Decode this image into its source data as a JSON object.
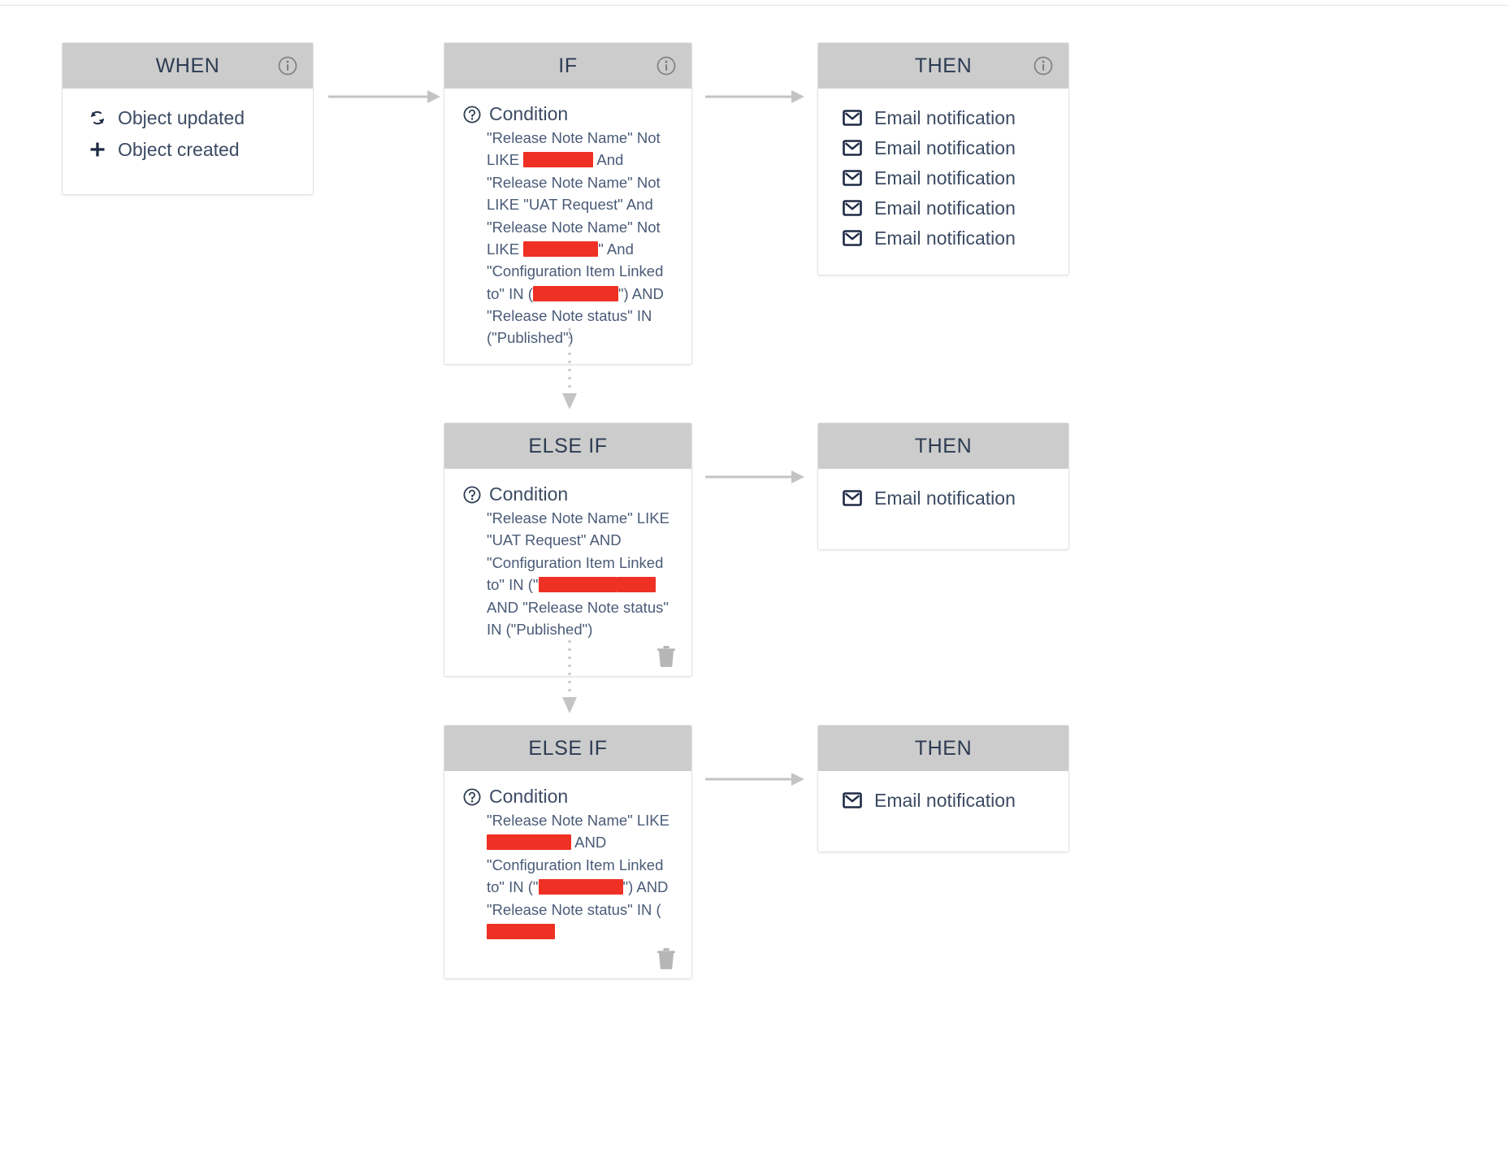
{
  "app": {
    "title": "Business rule workflow builder"
  },
  "icons": {
    "info": "info-icon",
    "question": "question-mark-icon",
    "mail": "envelope-icon",
    "trash": "trash-icon",
    "refresh": "refresh-icon",
    "plus": "plus-icon",
    "arrow_right": "arrow-right-icon",
    "arrow_down": "arrow-down-icon"
  },
  "colors": {
    "header_bg": "#cccccc",
    "card_bg": "#ffffff",
    "card_border": "#e4e4e4",
    "text": "#3c4b63",
    "condition_text": "#4a5b77",
    "redaction": "#ee3124",
    "connector": "#c4c4c4"
  },
  "when_card": {
    "header": "WHEN",
    "has_info": true,
    "triggers": [
      {
        "icon": "refresh-icon",
        "label": "Object updated"
      },
      {
        "icon": "plus-icon",
        "label": "Object created"
      }
    ]
  },
  "if_card": {
    "header": "IF",
    "has_info": true,
    "condition_label": "Condition",
    "condition_segments": [
      {
        "type": "text",
        "value": "\"Release Note Name\" Not LIKE "
      },
      {
        "type": "redacted",
        "width": 86
      },
      {
        "type": "text",
        "value": " And \"Release Note Name\" Not LIKE \"UAT Request\" And \"Release Note Name\" Not LIKE "
      },
      {
        "type": "redacted",
        "width": 92
      },
      {
        "type": "text",
        "value": "\" And \"Configuration Item Linked to\" IN ("
      },
      {
        "type": "redacted",
        "width": 105
      },
      {
        "type": "text",
        "value": "\") AND \"Release Note status\" IN (\"Published\")"
      }
    ],
    "has_trash": false
  },
  "then_card_1": {
    "header": "THEN",
    "has_info": true,
    "actions": [
      {
        "icon": "envelope-icon",
        "label": "Email notification"
      },
      {
        "icon": "envelope-icon",
        "label": "Email notification"
      },
      {
        "icon": "envelope-icon",
        "label": "Email notification"
      },
      {
        "icon": "envelope-icon",
        "label": "Email notification"
      },
      {
        "icon": "envelope-icon",
        "label": "Email notification"
      }
    ]
  },
  "else_if_card_1": {
    "header": "ELSE IF",
    "has_info": false,
    "condition_label": "Condition",
    "condition_segments": [
      {
        "type": "text",
        "value": "\"Release Note Name\" LIKE \"UAT Request\" AND \"Configuration Item Linked to\" IN (\""
      },
      {
        "type": "redacted",
        "width": 96
      },
      {
        "type": "redacted",
        "width": 48
      },
      {
        "type": "text",
        "value": " AND \"Release Note status\" IN (\"Published\")"
      }
    ],
    "has_trash": true
  },
  "then_card_2": {
    "header": "THEN",
    "has_info": false,
    "actions": [
      {
        "icon": "envelope-icon",
        "label": "Email notification"
      }
    ]
  },
  "else_if_card_2": {
    "header": "ELSE IF",
    "has_info": false,
    "condition_label": "Condition",
    "condition_segments": [
      {
        "type": "text",
        "value": "\"Release Note Name\" LIKE "
      },
      {
        "type": "redacted",
        "width": 104
      },
      {
        "type": "text",
        "value": " AND \"Configuration Item Linked to\" IN (\""
      },
      {
        "type": "redacted",
        "width": 104
      },
      {
        "type": "text",
        "value": "\") AND \"Release Note status\" IN ("
      },
      {
        "type": "redacted",
        "width": 84
      },
      {
        "type": "text",
        "value": ""
      }
    ],
    "has_trash": true
  },
  "then_card_3": {
    "header": "THEN",
    "has_info": false,
    "actions": [
      {
        "icon": "envelope-icon",
        "label": "Email notification"
      }
    ]
  }
}
